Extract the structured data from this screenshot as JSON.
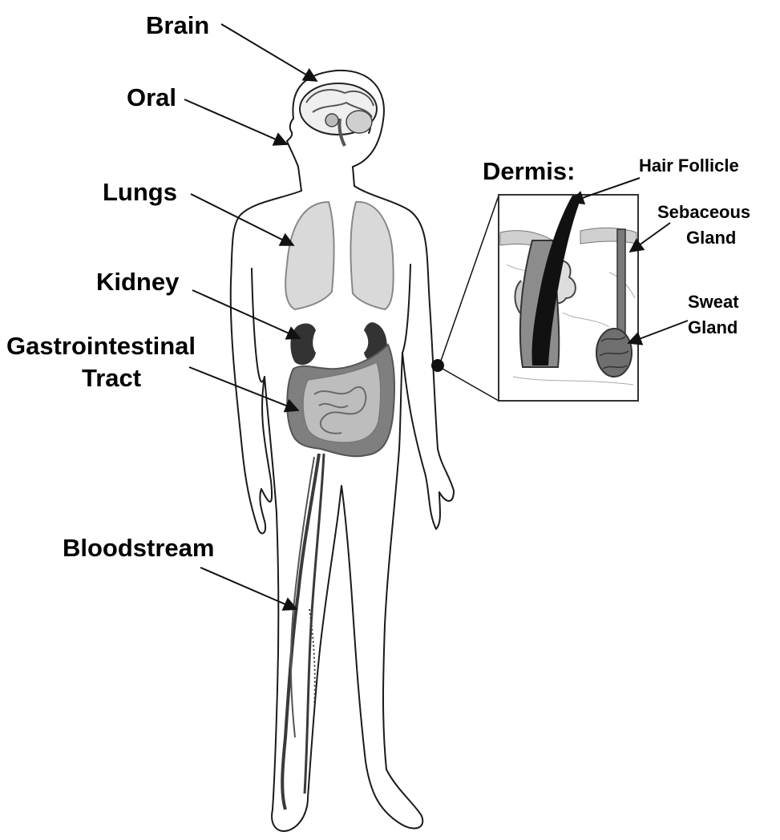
{
  "labels": {
    "brain": "Brain",
    "oral": "Oral",
    "lungs": "Lungs",
    "kidney": "Kidney",
    "gi_line1": "Gastrointestinal",
    "gi_line2": "Tract",
    "bloodstream": "Bloodstream",
    "dermis": "Dermis:",
    "hair_follicle": "Hair Follicle",
    "sebaceous_line1": "Sebaceous",
    "sebaceous_line2": "Gland",
    "sweat_line1": "Sweat",
    "sweat_line2": "Gland"
  },
  "colors": {
    "background": "#ffffff",
    "outline": "#1a1a1a",
    "organ_light": "#d9d9d9",
    "organ_mid": "#9a9a9a",
    "organ_dark": "#333333",
    "gut": "#7f7f7f"
  }
}
